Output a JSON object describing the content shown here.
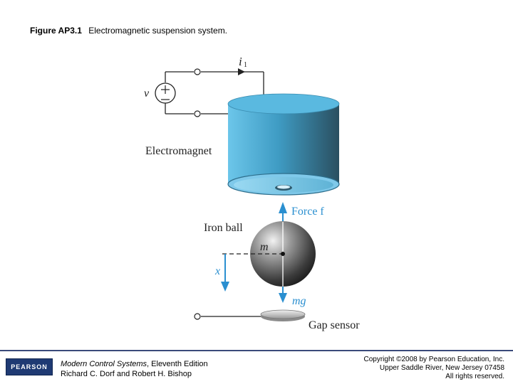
{
  "caption": {
    "figure_number": "Figure AP3.1",
    "title": "Electromagnetic suspension system."
  },
  "diagram": {
    "current_label": "i",
    "current_subscript": "1",
    "voltage_label": "v",
    "electromagnet_label": "Electromagnet",
    "force_label": "Force f",
    "iron_ball_label": "Iron ball",
    "mass_label": "m",
    "position_label": "x",
    "weight_label": "mg",
    "gap_sensor_label": "Gap sensor",
    "colors": {
      "magnet_body": "#4fb0d8",
      "magnet_dark": "#2f5a6e",
      "force_arrow": "#2a8fd0",
      "position_arrow": "#2a8fd0",
      "label_blue": "#2a8fd0"
    }
  },
  "footer": {
    "logo_text": "PEARSON",
    "book_title": "Modern Control Systems",
    "book_edition": ", Eleventh Edition",
    "authors": "Richard C. Dorf and Robert H. Bishop",
    "copyright_line1": "Copyright ©2008 by Pearson Education, Inc.",
    "copyright_line2": "Upper Saddle River, New Jersey 07458",
    "copyright_line3": "All rights reserved."
  }
}
